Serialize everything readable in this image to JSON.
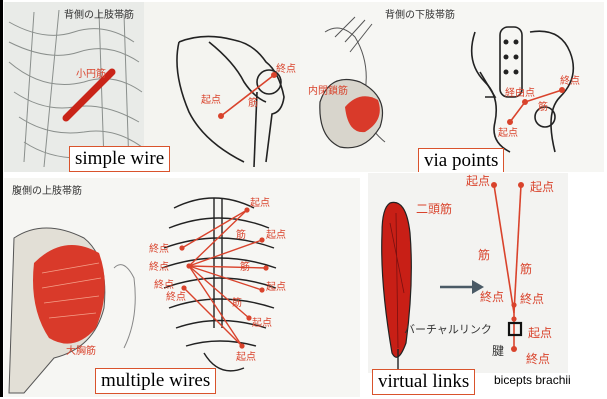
{
  "captions": {
    "simple": "simple wire",
    "via": "via points",
    "multiple": "multiple wires",
    "virtual": "virtual links"
  },
  "panel1": {
    "title": "背側の上肢帯筋",
    "muscle_label": "小円筋",
    "origin": "起点",
    "insertion": "終点",
    "muscle": "筋"
  },
  "panel2": {
    "title": "背側の下肢帯筋",
    "muscle_label": "内閉鎖筋",
    "origin": "起点",
    "insertion": "終点",
    "via_points": "経由点",
    "muscle": "筋"
  },
  "panel3": {
    "title": "腹側の上肢帯筋",
    "muscle_label": "大胸筋",
    "origin": "起点",
    "insertion": "終点",
    "muscle": "筋"
  },
  "panel4": {
    "muscle_label": "二頭筋",
    "origin": "起点",
    "insertion": "終点",
    "muscle": "筋",
    "virtual_link": "バーチャルリンク",
    "tendon": "腱",
    "bottom_label": "bicepts brachii"
  },
  "colors": {
    "annotation": "#d9432c",
    "muscle": "#d93a2a",
    "arrow": "#4a5a66"
  }
}
